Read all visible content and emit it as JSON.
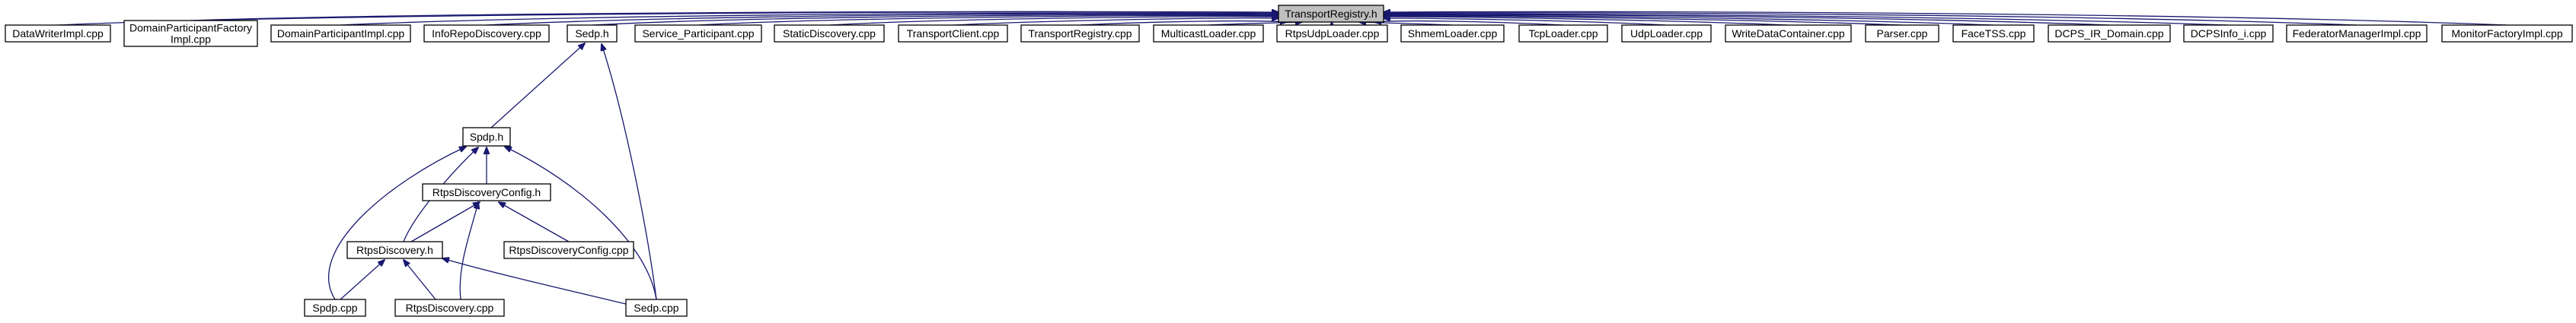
{
  "colors": {
    "edge": "#191970",
    "root_fill": "#bfbfbf",
    "node_fill": "#ffffff",
    "node_border": "#000000"
  },
  "nodes": [
    {
      "id": "transportregistry_h",
      "lines": [
        "TransportRegistry.h"
      ]
    },
    {
      "id": "datawriterimpl_cpp",
      "lines": [
        "DataWriterImpl.cpp"
      ]
    },
    {
      "id": "domainparticipantfactoryimpl_cpp",
      "lines": [
        "DomainParticipantFactory",
        "Impl.cpp"
      ]
    },
    {
      "id": "domainparticipantimpl_cpp",
      "lines": [
        "DomainParticipantImpl.cpp"
      ]
    },
    {
      "id": "inforepodiscovery_cpp",
      "lines": [
        "InfoRepoDiscovery.cpp"
      ]
    },
    {
      "id": "sedp_h",
      "lines": [
        "Sedp.h"
      ]
    },
    {
      "id": "service_participant_cpp",
      "lines": [
        "Service_Participant.cpp"
      ]
    },
    {
      "id": "staticdiscovery_cpp",
      "lines": [
        "StaticDiscovery.cpp"
      ]
    },
    {
      "id": "transportclient_cpp",
      "lines": [
        "TransportClient.cpp"
      ]
    },
    {
      "id": "transportregistry_cpp",
      "lines": [
        "TransportRegistry.cpp"
      ]
    },
    {
      "id": "multicastloader_cpp",
      "lines": [
        "MulticastLoader.cpp"
      ]
    },
    {
      "id": "rtpsudploader_cpp",
      "lines": [
        "RtpsUdpLoader.cpp"
      ]
    },
    {
      "id": "shmemloader_cpp",
      "lines": [
        "ShmemLoader.cpp"
      ]
    },
    {
      "id": "tcploader_cpp",
      "lines": [
        "TcpLoader.cpp"
      ]
    },
    {
      "id": "udploader_cpp",
      "lines": [
        "UdpLoader.cpp"
      ]
    },
    {
      "id": "writedatacontainer_cpp",
      "lines": [
        "WriteDataContainer.cpp"
      ]
    },
    {
      "id": "parser_cpp",
      "lines": [
        "Parser.cpp"
      ]
    },
    {
      "id": "facetss_cpp",
      "lines": [
        "FaceTSS.cpp"
      ]
    },
    {
      "id": "dcps_ir_domain_cpp",
      "lines": [
        "DCPS_IR_Domain.cpp"
      ]
    },
    {
      "id": "dcpsinfo_i_cpp",
      "lines": [
        "DCPSInfo_i.cpp"
      ]
    },
    {
      "id": "federatormanagerimpl_cpp",
      "lines": [
        "FederatorManagerImpl.cpp"
      ]
    },
    {
      "id": "monitorfactoryimpl_cpp",
      "lines": [
        "MonitorFactoryImpl.cpp"
      ]
    },
    {
      "id": "spdp_h",
      "lines": [
        "Spdp.h"
      ]
    },
    {
      "id": "rtpsdiscoveryconfig_h",
      "lines": [
        "RtpsDiscoveryConfig.h"
      ]
    },
    {
      "id": "rtpsdiscovery_h",
      "lines": [
        "RtpsDiscovery.h"
      ]
    },
    {
      "id": "rtpsdiscoveryconfig_cpp",
      "lines": [
        "RtpsDiscoveryConfig.cpp"
      ]
    },
    {
      "id": "spdp_cpp",
      "lines": [
        "Spdp.cpp"
      ]
    },
    {
      "id": "rtpsdiscovery_cpp",
      "lines": [
        "RtpsDiscovery.cpp"
      ]
    },
    {
      "id": "sedp_cpp",
      "lines": [
        "Sedp.cpp"
      ]
    }
  ],
  "edges": [
    {
      "from": "datawriterimpl_cpp",
      "to": "transportregistry_h"
    },
    {
      "from": "domainparticipantfactoryimpl_cpp",
      "to": "transportregistry_h"
    },
    {
      "from": "domainparticipantimpl_cpp",
      "to": "transportregistry_h"
    },
    {
      "from": "inforepodiscovery_cpp",
      "to": "transportregistry_h"
    },
    {
      "from": "sedp_h",
      "to": "transportregistry_h"
    },
    {
      "from": "service_participant_cpp",
      "to": "transportregistry_h"
    },
    {
      "from": "staticdiscovery_cpp",
      "to": "transportregistry_h"
    },
    {
      "from": "transportclient_cpp",
      "to": "transportregistry_h"
    },
    {
      "from": "transportregistry_cpp",
      "to": "transportregistry_h"
    },
    {
      "from": "multicastloader_cpp",
      "to": "transportregistry_h"
    },
    {
      "from": "rtpsudploader_cpp",
      "to": "transportregistry_h"
    },
    {
      "from": "shmemloader_cpp",
      "to": "transportregistry_h"
    },
    {
      "from": "tcploader_cpp",
      "to": "transportregistry_h"
    },
    {
      "from": "udploader_cpp",
      "to": "transportregistry_h"
    },
    {
      "from": "writedatacontainer_cpp",
      "to": "transportregistry_h"
    },
    {
      "from": "parser_cpp",
      "to": "transportregistry_h"
    },
    {
      "from": "facetss_cpp",
      "to": "transportregistry_h"
    },
    {
      "from": "dcps_ir_domain_cpp",
      "to": "transportregistry_h"
    },
    {
      "from": "dcpsinfo_i_cpp",
      "to": "transportregistry_h"
    },
    {
      "from": "federatormanagerimpl_cpp",
      "to": "transportregistry_h"
    },
    {
      "from": "monitorfactoryimpl_cpp",
      "to": "transportregistry_h"
    },
    {
      "from": "spdp_h",
      "to": "sedp_h"
    },
    {
      "from": "sedp_cpp",
      "to": "sedp_h"
    },
    {
      "from": "rtpsdiscoveryconfig_h",
      "to": "spdp_h"
    },
    {
      "from": "rtpsdiscovery_h",
      "to": "spdp_h"
    },
    {
      "from": "spdp_cpp",
      "to": "spdp_h"
    },
    {
      "from": "sedp_cpp",
      "to": "spdp_h"
    },
    {
      "from": "rtpsdiscovery_h",
      "to": "rtpsdiscoveryconfig_h"
    },
    {
      "from": "rtpsdiscoveryconfig_cpp",
      "to": "rtpsdiscoveryconfig_h"
    },
    {
      "from": "rtpsdiscovery_cpp",
      "to": "rtpsdiscoveryconfig_h"
    },
    {
      "from": "spdp_cpp",
      "to": "rtpsdiscovery_h"
    },
    {
      "from": "rtpsdiscovery_cpp",
      "to": "rtpsdiscovery_h"
    },
    {
      "from": "sedp_cpp",
      "to": "rtpsdiscovery_h"
    }
  ]
}
